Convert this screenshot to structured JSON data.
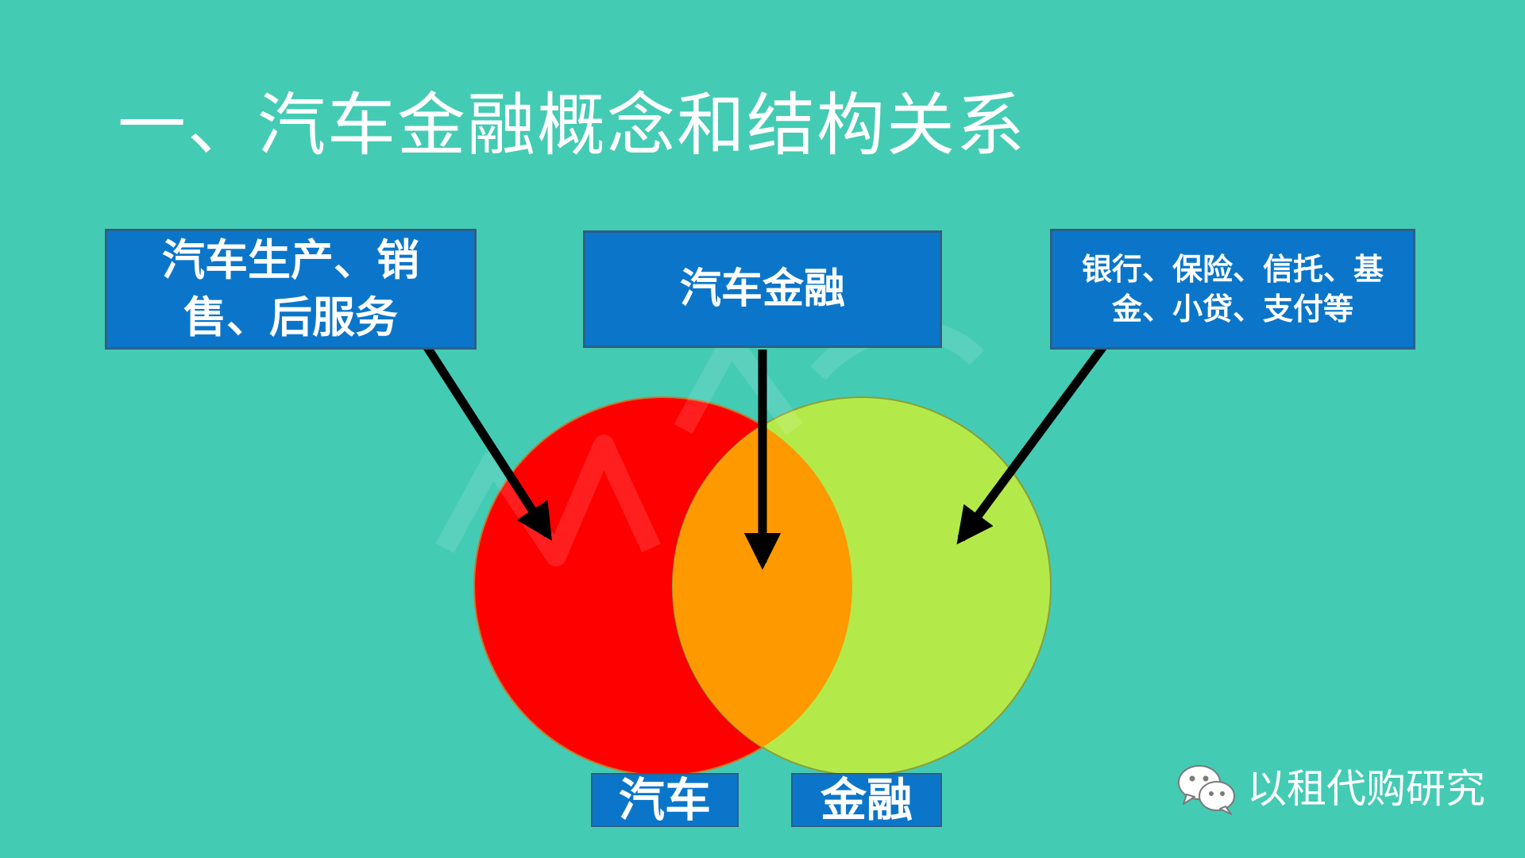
{
  "slide": {
    "title": "一、汽车金融概念和结构关系",
    "background_color": "#44cbb4",
    "box_color": "#0b76c9"
  },
  "boxes": {
    "left": {
      "text": "汽车生产、销售、后服务"
    },
    "middle": {
      "text": "汽车金融"
    },
    "right": {
      "text": "银行、保险、信托、基金、小贷、支付等"
    }
  },
  "circles": {
    "left": {
      "label": "汽车",
      "color": "#ff0000"
    },
    "right": {
      "label": "金融",
      "color": "#b3ea4a"
    },
    "overlap_color": "#ff9900"
  },
  "brand": {
    "icon": "wechat-icon",
    "name": "以租代购研究"
  }
}
